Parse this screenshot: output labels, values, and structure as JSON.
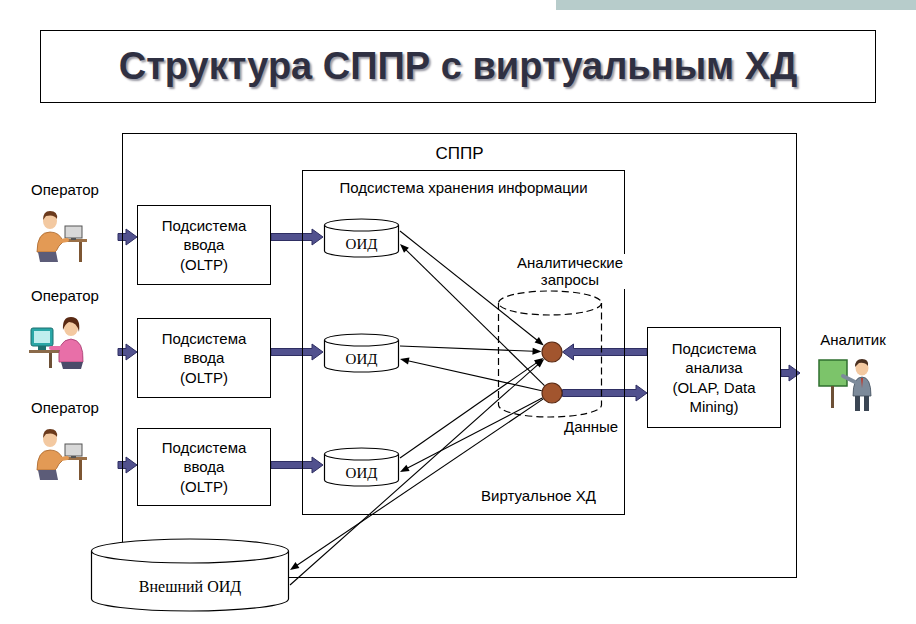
{
  "diagram": {
    "title": "Структура СППР с виртуальным ХД",
    "nodes": [
      {
        "text": [
          "СППР"
        ]
      },
      {
        "text": [
          "Оператор"
        ]
      },
      {
        "text": [
          "Оператор"
        ]
      },
      {
        "text": [
          "Оператор"
        ]
      },
      {
        "text": [
          "Подсистема ввода (OLTP)"
        ],
        "in": 0
      },
      {
        "text": [
          "Подсистема ввода (OLTP)"
        ],
        "in": 0
      },
      {
        "text": [
          "Подсистема ввода (OLTP)"
        ],
        "in": 0
      },
      {
        "text": [
          "Подсистема хранения информации",
          "Виртуальное ХД"
        ],
        "in": 0
      },
      {
        "text": [
          "ОИД"
        ],
        "in": 7
      },
      {
        "text": [
          "ОИД"
        ],
        "in": 7
      },
      {
        "text": [
          "ОИД"
        ],
        "in": 7
      },
      {
        "text": [
          "Аналитические запросы"
        ],
        "in": 7
      },
      {
        "text": [
          "Подсистема анализа (OLAP, Data Mining)"
        ],
        "in": 0
      },
      {
        "text": [
          "Аналитик"
        ]
      },
      {
        "text": [
          "Внешний ОИД"
        ]
      }
    ],
    "edges": [
      {
        "from": 1,
        "to": 4,
        "arrow": "to"
      },
      {
        "from": 2,
        "to": 5,
        "arrow": "to"
      },
      {
        "from": 3,
        "to": 6,
        "arrow": "to"
      },
      {
        "from": 4,
        "to": 8,
        "arrow": "to"
      },
      {
        "from": 5,
        "to": 9,
        "arrow": "to"
      },
      {
        "from": 6,
        "to": 10,
        "arrow": "to"
      },
      {
        "from": 8,
        "to": 11,
        "arrow": "to"
      },
      {
        "from": 11,
        "to": 8,
        "arrow": "to"
      },
      {
        "from": 9,
        "to": 11,
        "arrow": "to"
      },
      {
        "from": 11,
        "to": 9,
        "arrow": "to"
      },
      {
        "from": 10,
        "to": 11,
        "arrow": "to"
      },
      {
        "from": 11,
        "to": 10,
        "arrow": "to"
      },
      {
        "from": 14,
        "to": 11,
        "arrow": "to"
      },
      {
        "from": 11,
        "to": 14,
        "arrow": "to"
      },
      {
        "from": 12,
        "to": 11,
        "arrow": "to"
      },
      {
        "from": 11,
        "to": 12,
        "label": "Данные",
        "arrow": "to"
      },
      {
        "from": 12,
        "to": 13,
        "arrow": "to"
      }
    ]
  }
}
